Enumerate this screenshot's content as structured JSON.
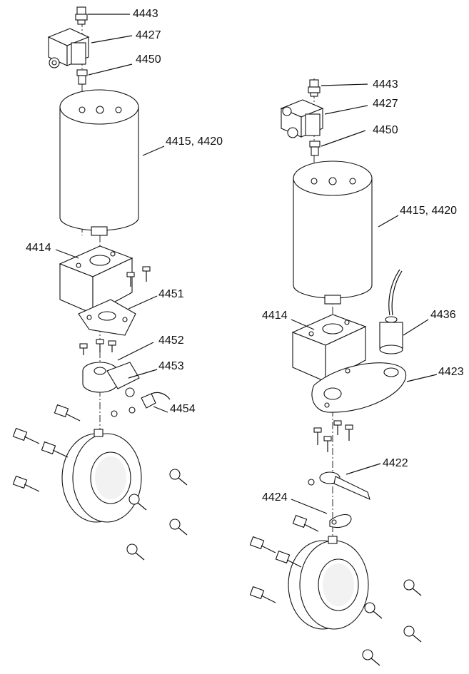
{
  "diagram": {
    "left_assembly": {
      "labels": [
        "4443",
        "4427",
        "4450",
        "4415, 4420",
        "4414",
        "4451",
        "4452",
        "4453",
        "4454"
      ]
    },
    "right_assembly": {
      "labels": [
        "4443",
        "4427",
        "4450",
        "4415, 4420",
        "4414",
        "4436",
        "4423",
        "4422",
        "4424"
      ]
    }
  }
}
